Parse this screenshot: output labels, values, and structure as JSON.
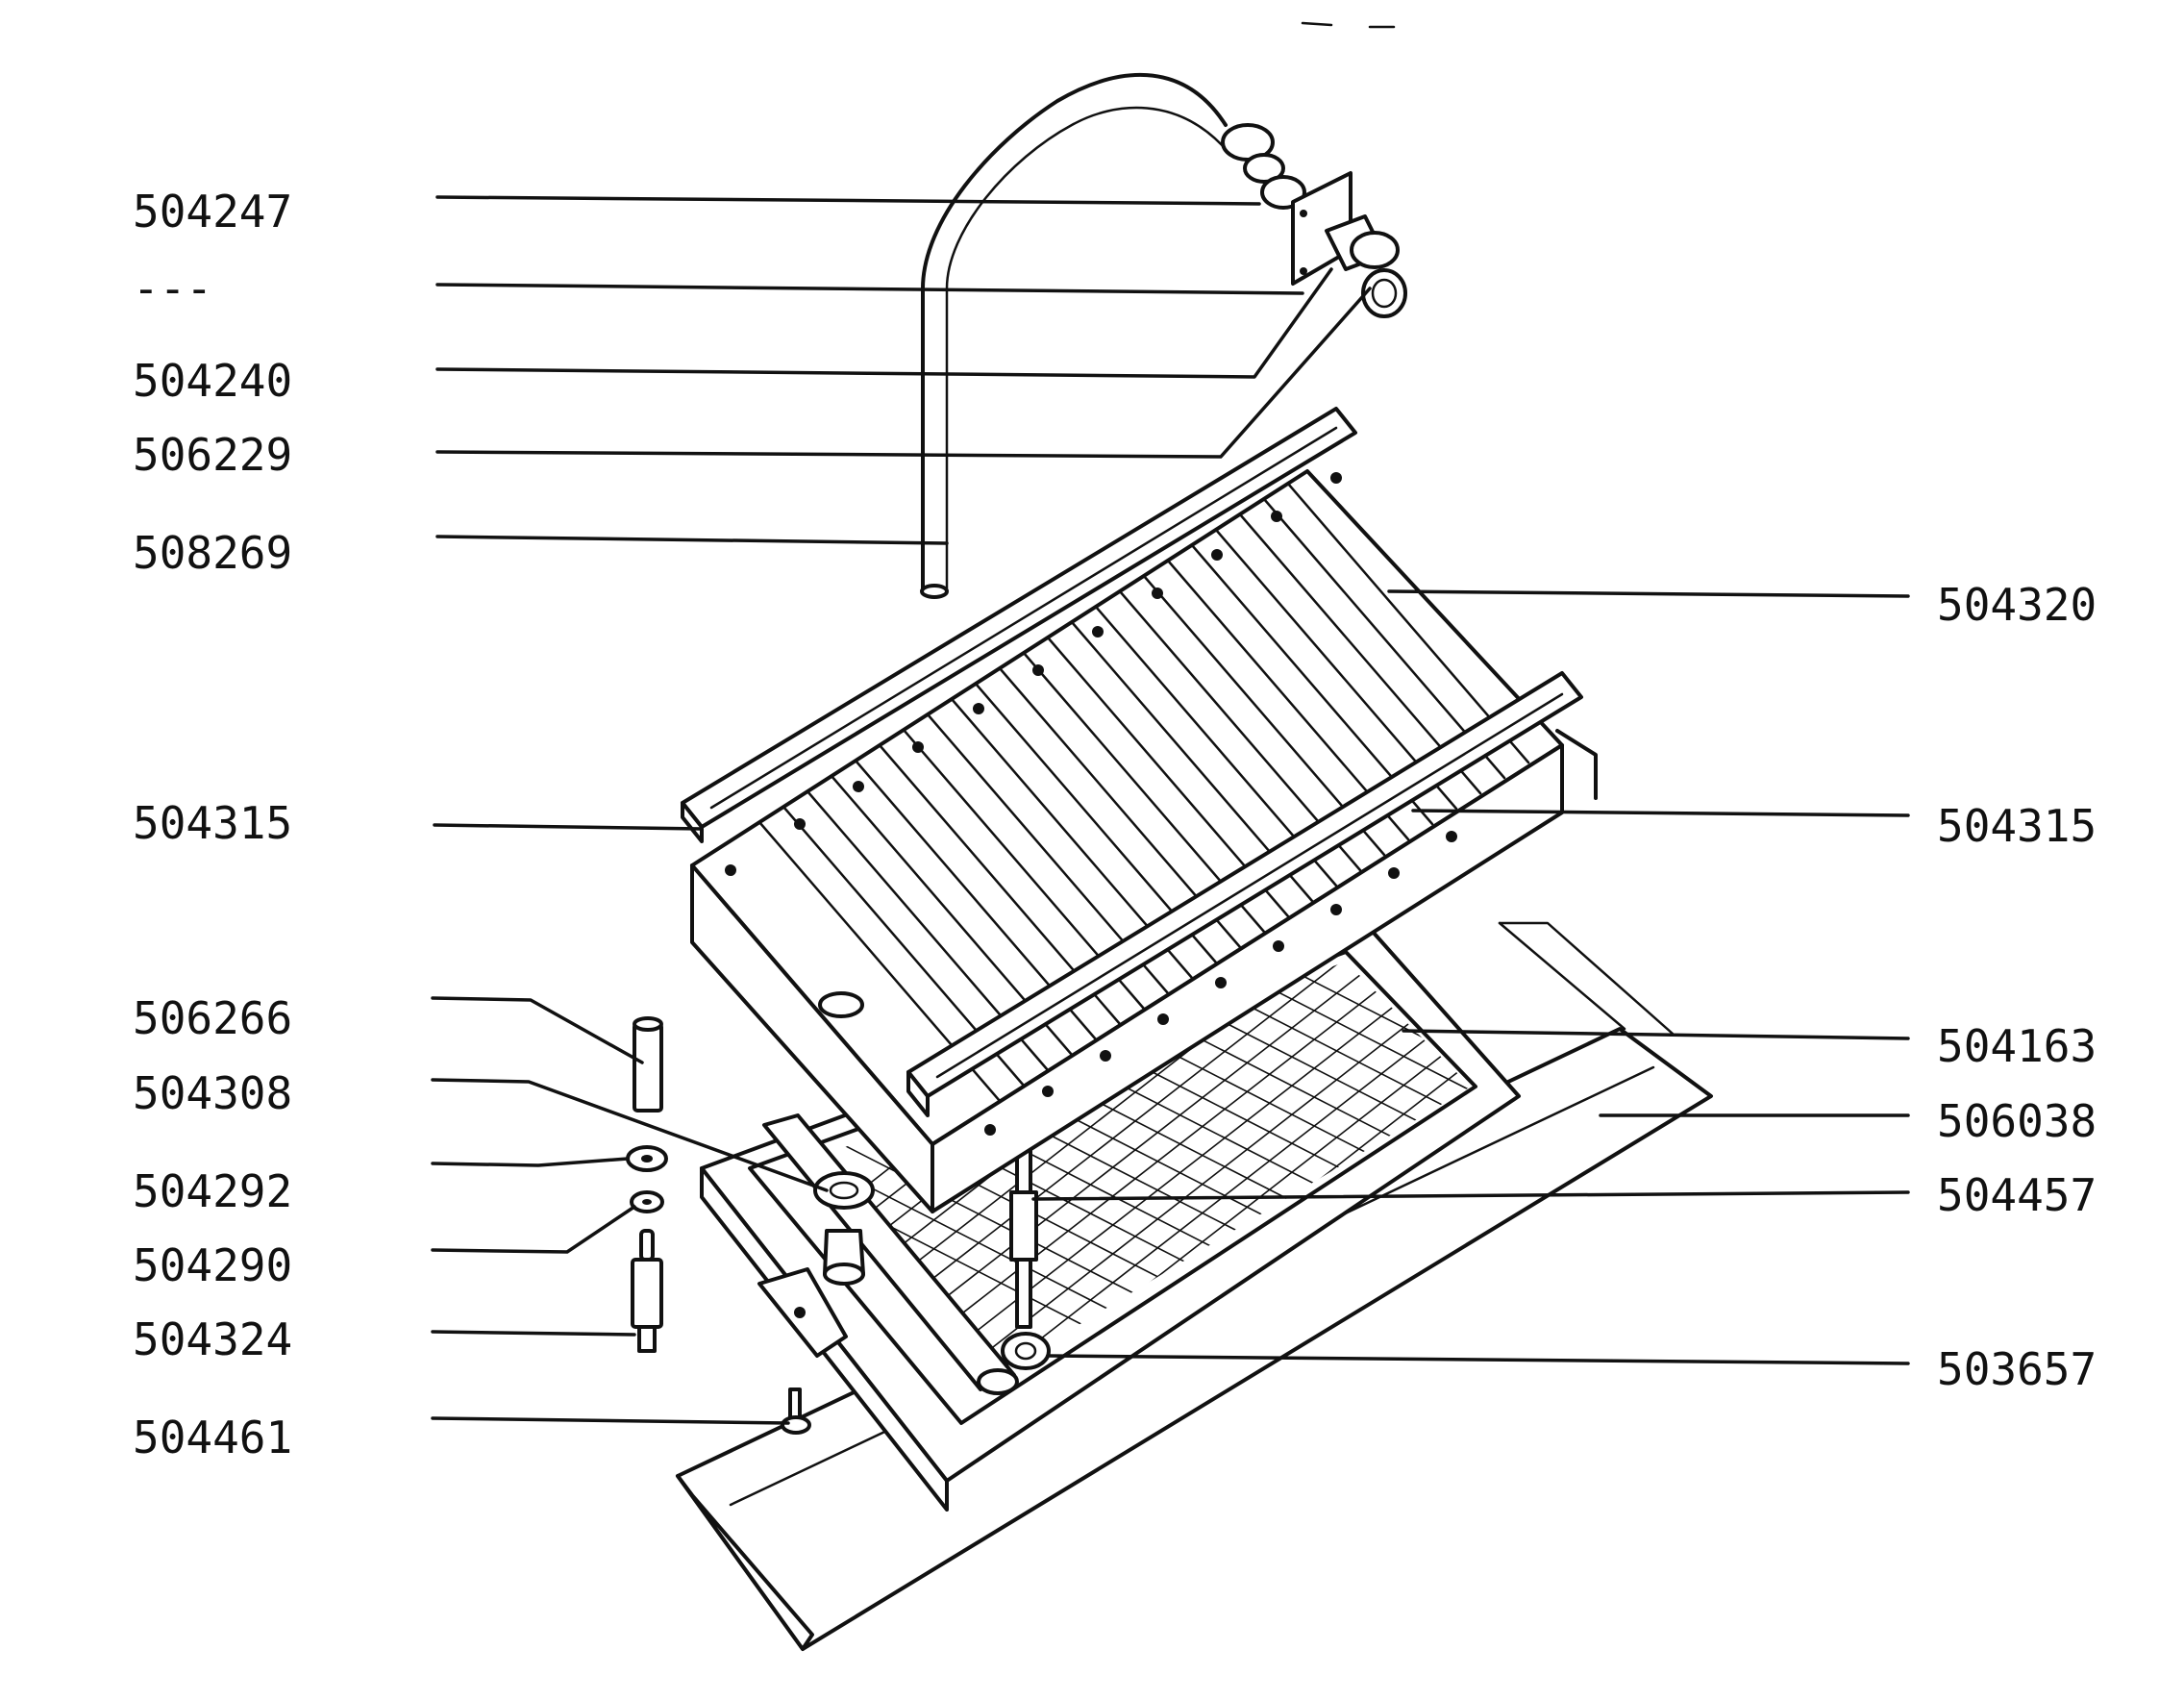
{
  "diagram": {
    "labels_left": [
      {
        "id": "504247",
        "text": "504247"
      },
      {
        "id": "dash",
        "text": "---"
      },
      {
        "id": "504240",
        "text": "504240"
      },
      {
        "id": "506229",
        "text": "506229"
      },
      {
        "id": "508269",
        "text": "508269"
      },
      {
        "id": "504315a",
        "text": "504315"
      },
      {
        "id": "506266",
        "text": "506266"
      },
      {
        "id": "504308",
        "text": "504308"
      },
      {
        "id": "504292",
        "text": "504292"
      },
      {
        "id": "504290",
        "text": "504290"
      },
      {
        "id": "504324",
        "text": "504324"
      },
      {
        "id": "504461",
        "text": "504461"
      }
    ],
    "labels_right": [
      {
        "id": "504320",
        "text": "504320"
      },
      {
        "id": "504315b",
        "text": "504315"
      },
      {
        "id": "504163",
        "text": "504163"
      },
      {
        "id": "506038",
        "text": "506038"
      },
      {
        "id": "504457",
        "text": "504457"
      },
      {
        "id": "503657",
        "text": "503657"
      }
    ]
  }
}
